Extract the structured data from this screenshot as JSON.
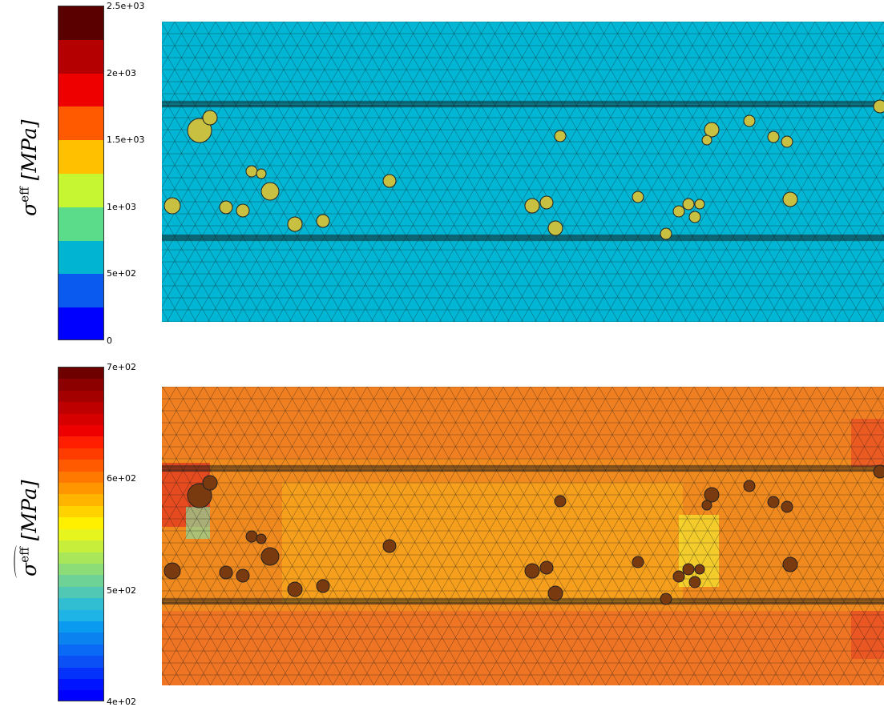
{
  "panels": [
    {
      "id": "sigma-eff",
      "label_main": "σ",
      "label_sup": "eff",
      "label_unit": "[MPa]",
      "colorbar": {
        "colors": [
          "#5a0000",
          "#b40000",
          "#ef0000",
          "#ff5a00",
          "#ffc000",
          "#c6f531",
          "#5adc8a",
          "#00b4d2",
          "#0a5af0",
          "#0000ff"
        ],
        "ticks": [
          "2.5e+03",
          "2e+03",
          "1.5e+03",
          "1e+03",
          "5e+02",
          "0"
        ]
      },
      "field_color": "#00b6d4",
      "inclusion_color": "#c8c040"
    },
    {
      "id": "sigma-eff-hat",
      "label_main": "σ",
      "label_sup": "eff",
      "label_unit": "[MPa]",
      "colorbar": {
        "colors": [
          "#6e0000",
          "#8c0000",
          "#a50000",
          "#be0000",
          "#d70000",
          "#ef0000",
          "#ff1e00",
          "#ff3c00",
          "#ff5a00",
          "#ff7800",
          "#ff9600",
          "#ffb400",
          "#ffd200",
          "#fff000",
          "#e6f51e",
          "#c8ee3c",
          "#aae65a",
          "#8cdc78",
          "#6ed296",
          "#50c8b4",
          "#32bed2",
          "#1eb4e6",
          "#0a9bf0",
          "#0a82f0",
          "#0a69f5",
          "#0a50f5",
          "#0532fa",
          "#0014ff",
          "#0000ff"
        ],
        "ticks": [
          "7e+02",
          "6e+02",
          "5e+02",
          "4e+02"
        ]
      },
      "field_color": "#f08a1e",
      "inclusion_color": "#7a3a10"
    }
  ]
}
